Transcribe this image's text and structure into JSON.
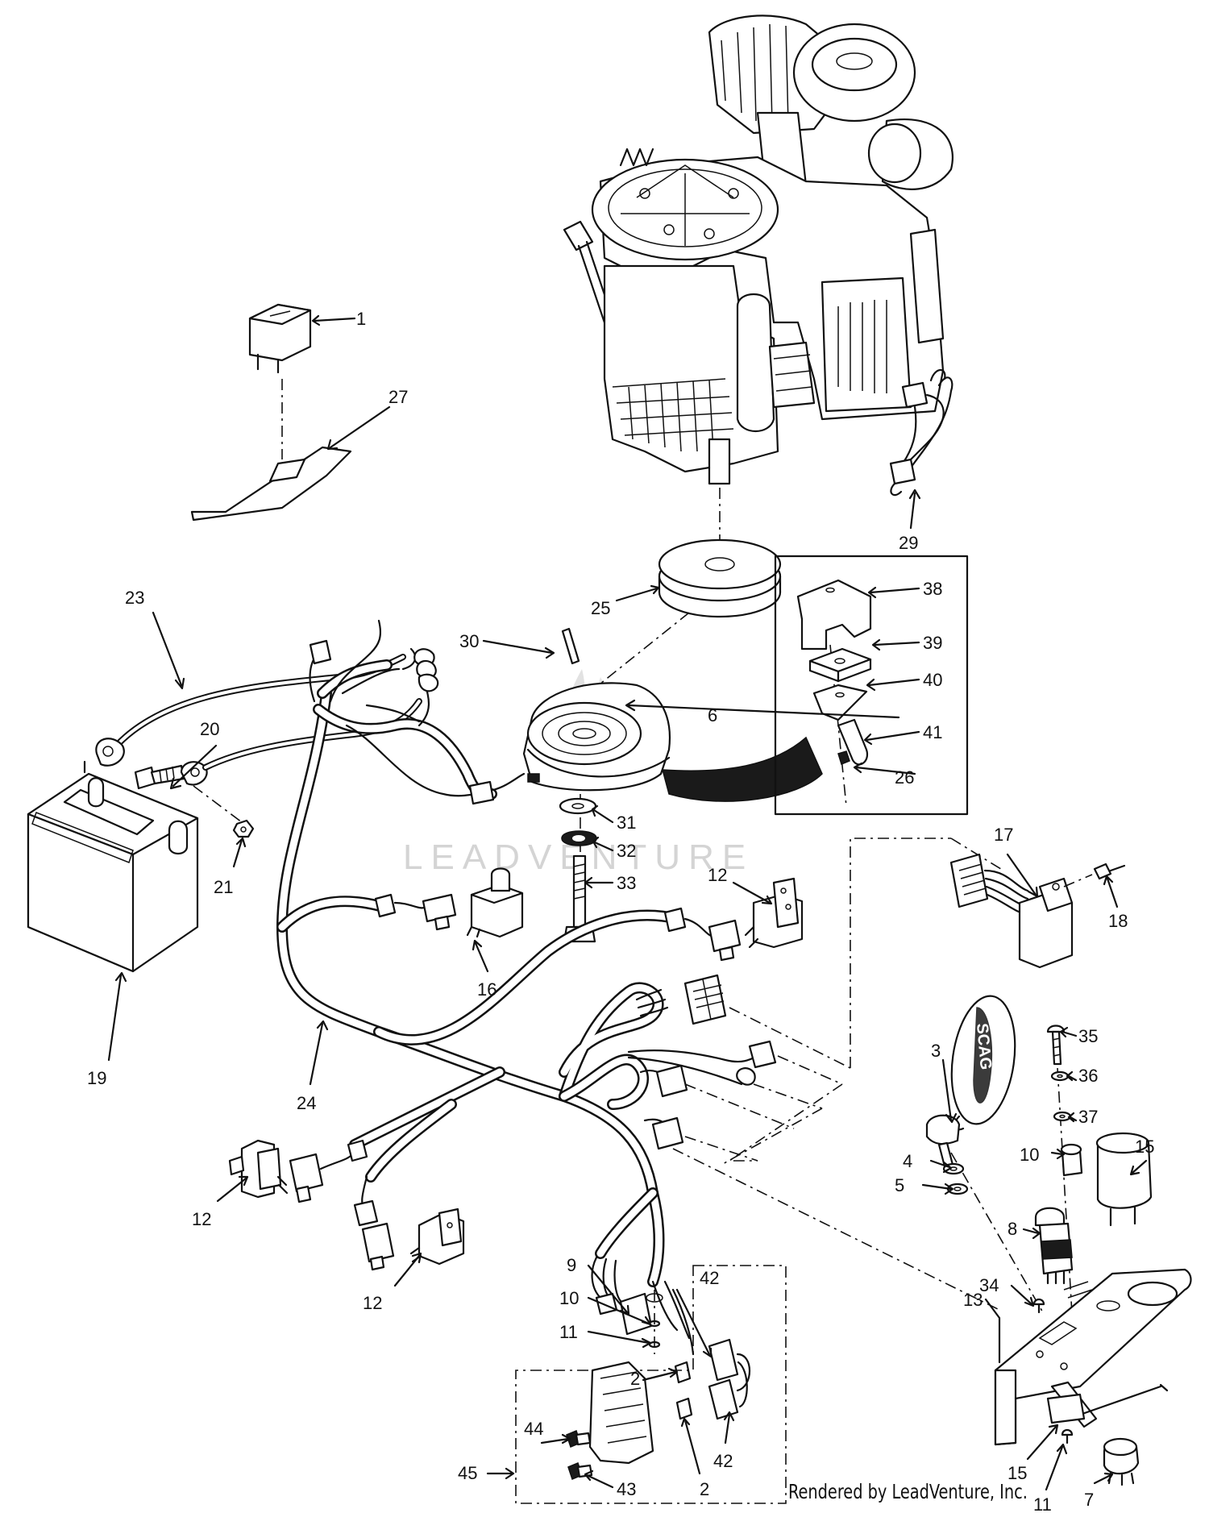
{
  "watermark": "LEADVENTURE",
  "credit": "Rendered by LeadVenture, Inc.",
  "keychain_text": "SCAG",
  "callouts": {
    "c1": "1",
    "c2a": "2",
    "c2b": "2",
    "c3": "3",
    "c4": "4",
    "c5": "5",
    "c6": "6",
    "c7": "7",
    "c8": "8",
    "c9": "9",
    "c10a": "10",
    "c10b": "10",
    "c11a": "11",
    "c11b": "11",
    "c12a": "12",
    "c12b": "12",
    "c12c": "12",
    "c13": "13",
    "c15a": "15",
    "c15b": "15",
    "c16": "16",
    "c17": "17",
    "c18": "18",
    "c19": "19",
    "c20": "20",
    "c21": "21",
    "c23": "23",
    "c24": "24",
    "c25": "25",
    "c26": "26",
    "c27": "27",
    "c29": "29",
    "c30": "30",
    "c31": "31",
    "c32": "32",
    "c33": "33",
    "c34": "34",
    "c35": "35",
    "c36": "36",
    "c37": "37",
    "c38": "38",
    "c39": "39",
    "c40": "40",
    "c41": "41",
    "c42a": "42",
    "c42b": "42",
    "c43": "43",
    "c44": "44",
    "c45": "45"
  }
}
